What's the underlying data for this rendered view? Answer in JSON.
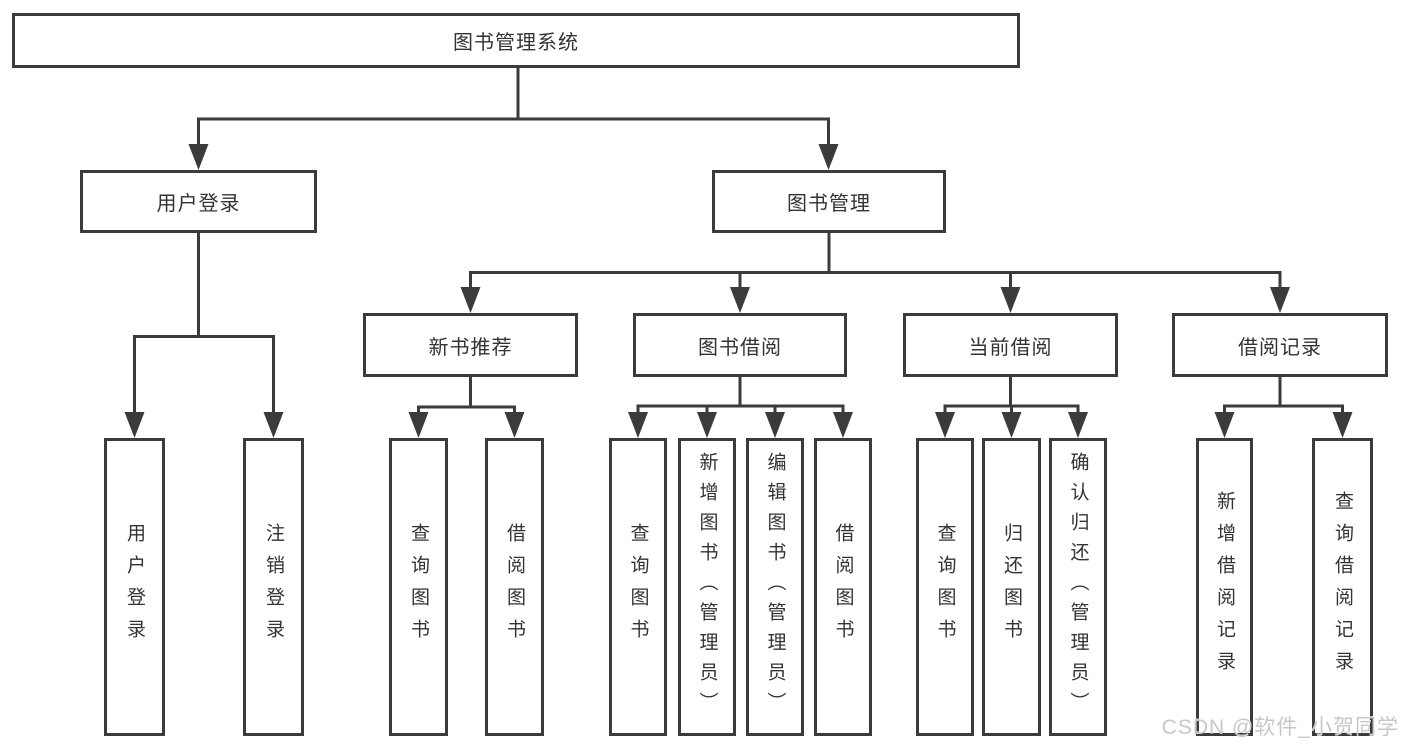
{
  "diagram": {
    "root": {
      "label": "图书管理系统"
    },
    "branches": [
      {
        "label": "用户登录",
        "children": [
          {
            "label": "用户登录"
          },
          {
            "label": "注销登录"
          }
        ]
      },
      {
        "label": "图书管理",
        "children": [
          {
            "label": "新书推荐",
            "children": [
              {
                "label": "查询图书"
              },
              {
                "label": "借阅图书"
              }
            ]
          },
          {
            "label": "图书借阅",
            "children": [
              {
                "label": "查询图书"
              },
              {
                "label": "新增图书（管理员）"
              },
              {
                "label": "编辑图书（管理员）"
              },
              {
                "label": "借阅图书"
              }
            ]
          },
          {
            "label": "当前借阅",
            "children": [
              {
                "label": "查询图书"
              },
              {
                "label": "归还图书"
              },
              {
                "label": "确认归还（管理员）"
              }
            ]
          },
          {
            "label": "借阅记录",
            "children": [
              {
                "label": "新增借阅记录"
              },
              {
                "label": "查询借阅记录"
              }
            ]
          }
        ]
      }
    ]
  },
  "watermark": {
    "text": "CSDN @软件_小贺同学"
  },
  "colors": {
    "line": "#3b3b3b",
    "text": "#333333",
    "background": "#ffffff",
    "watermark": "#c8c8c8"
  }
}
